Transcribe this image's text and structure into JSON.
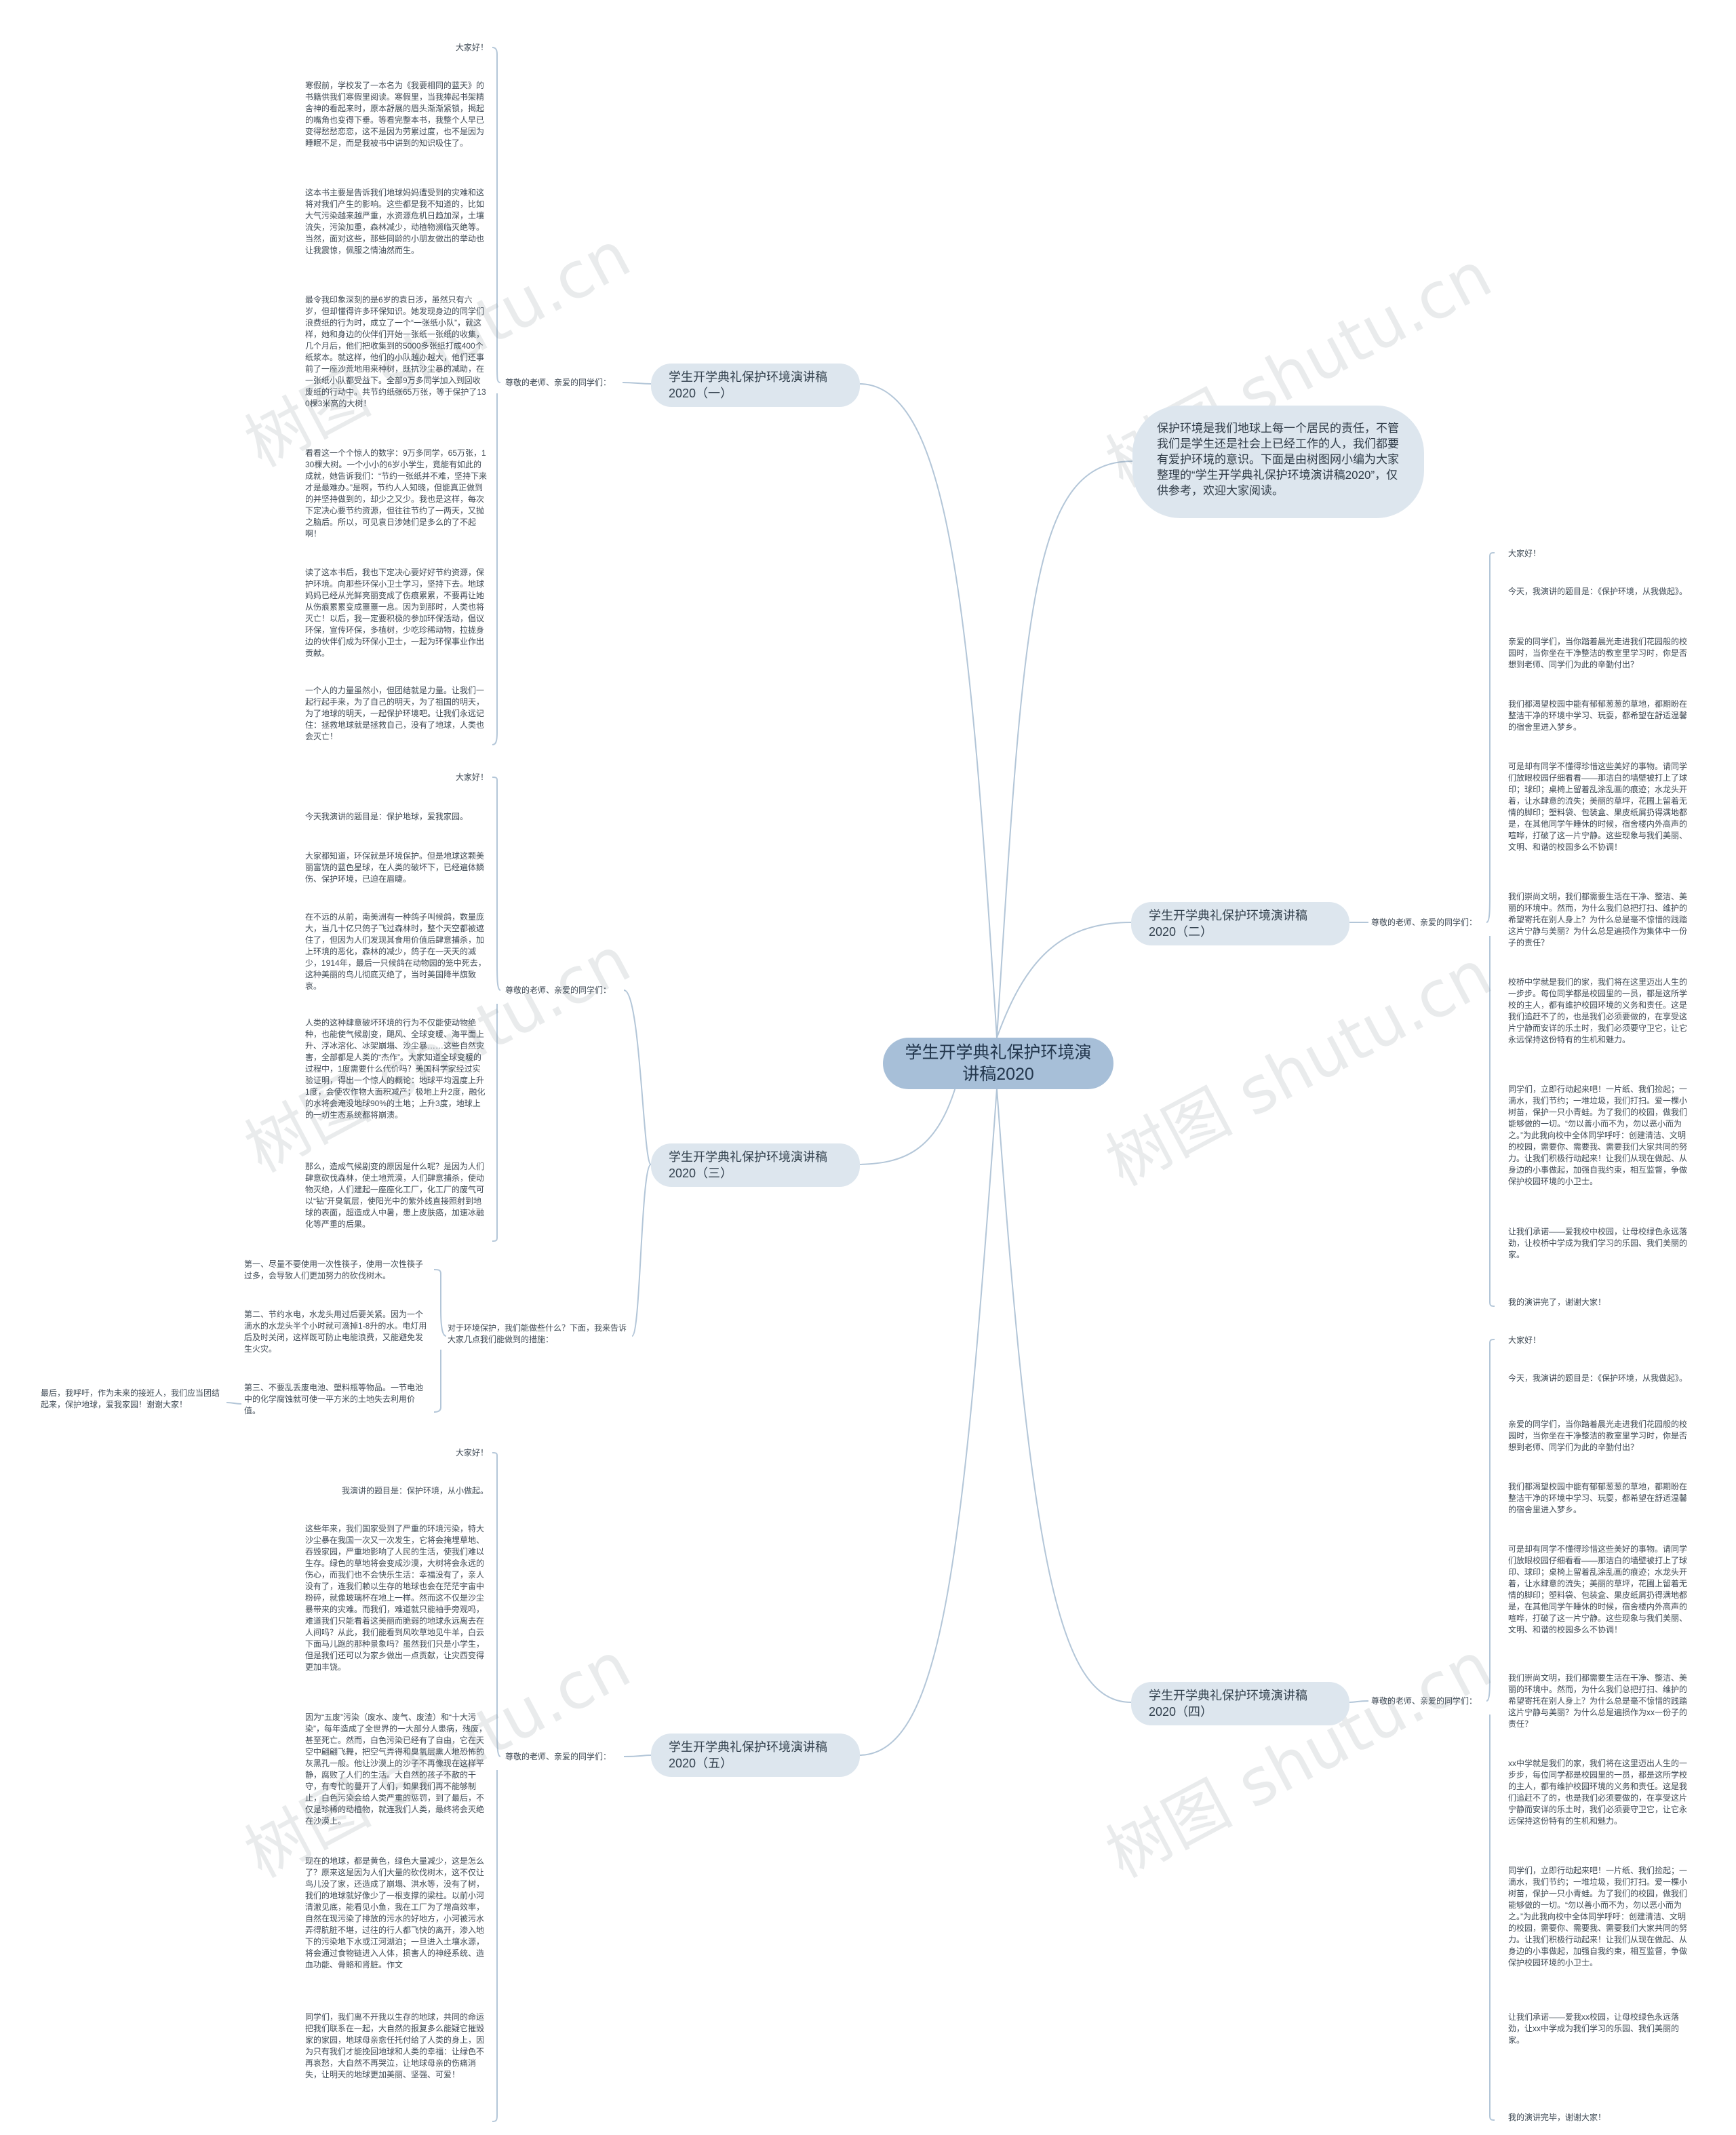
{
  "root": "学生开学典礼保护环境演讲稿2020",
  "intro": "保护环境是我们地球上每一个居民的责任，不管我们是学生还是社会上已经工作的人，我们都要有爱护环境的意识。下面是由树图网小编为大家整理的“学生开学典礼保护环境演讲稿2020”，仅供参考，欢迎大家阅读。",
  "watermark": "树图 shutu.cn",
  "branches": {
    "b1": {
      "title": "学生开学典礼保护环境演讲稿2020（一）",
      "label": "尊敬的老师、亲爱的同学们：",
      "leaves": [
        "大家好！",
        "寒假前，学校发了一本名为《我要相同的蓝天》的书籍供我们寒假里阅读。寒假里，当我捧起书架精舍神的看起来时，原本舒展的眉头渐渐紧锁，揭起的嘴角也变得下垂。等看完整本书，我整个人早已变得愁愁恋恋，这不是因为劳累过度，也不是因为睡眠不足，而是我被书中讲到的知识吸住了。",
        "这本书主要是告诉我们地球妈妈遭受到的灾难和这将对我们产生的影响。这些都是我不知道的，比如大气污染越来越严重，水资源危机日趋加深，土壤流失，污染加重，森林减少，动植物濒临灭绝等。当然，面对这些，那些同龄的小朋友做出的举动也让我震惊，佩服之情油然而生。",
        "最令我印象深刻的是6岁的袁日涉，虽然只有六岁，但却懂得许多环保知识。她发现身边的同学们浪费纸的行为时，成立了一个“一张纸小队”，就这样，她和身边的伙伴们开始一张纸一张纸的收集，几个月后，他们把收集到的5000多张纸打成400个纸浆本。就这样，他们的小队越办越大，他们还事前了一座沙荒地用来种树，既抗沙尘暴的减助，在一张纸小队都受益下。全部9万多同学加入到回收废纸的行动中。共节约纸张65万张，等于保护了130棵3米高的大树！",
        "看看这一个个惊人的数字：9万多同学，65万张，130棵大树。一个小小的6岁小学生，竟能有如此的成就，她告诉我们：“节约一张纸并不难，坚持下来才是最难办。”是啊，节约人人知晓，但能真正做到的并坚持做到的，却少之又少。我也是这样，每次下定决心要节约资源，但往往节约了一两天，又抛之脑后。所以，可见袁日涉她们是多么的了不起啊！",
        "读了这本书后，我也下定决心要好好节约资源，保护环境。向那些环保小卫士学习，坚持下去。地球妈妈已经从光鲜亮丽变成了伤痕累累，不要再让她从伤痕累累变成噩噩一息。因为到那时，人类也将灭亡！以后，我一定要积极的参加环保活动，倡议环保，宣传环保，多植树，少吃珍稀动物，拉拢身边的伙伴们成为环保小卫士，一起为环保事业作出贡献。",
        "一个人的力量虽然小，但团结就是力量。让我们一起行起手来，为了自己的明天，为了祖国的明天，为了地球的明天，一起保护环境吧。让我们永远记住：拯救地球就是拯救自己，没有了地球，人类也会灭亡！"
      ]
    },
    "b2": {
      "title": "学生开学典礼保护环境演讲稿2020（二）",
      "label": "尊敬的老师、亲爱的同学们：",
      "leaves": [
        "大家好！",
        "今天，我演讲的题目是：《保护环境，从我做起》。",
        "亲爱的同学们，当你踏着晨光走进我们花园般的校园时，当你坐在干净整洁的教室里学习时，你是否想到老师、同学们为此的辛勤付出？",
        "我们都渴望校园中能有郁郁葱葱的草地，都期盼在整洁干净的环境中学习、玩耍，都希望在舒适温馨的宿舍里进入梦乡。",
        "可是却有同学不懂得珍惜这些美好的事物。请同学们放眼校园仔细看看——那洁白的墙壁被打上了球印；球印；桌椅上留着乱涂乱画的痕迹；水龙头开着，让水肆意的流失；美丽的草坪，花圃上留着无情的脚印；塑料袋、包装盒、果皮纸屑扔得满地都是，在其他同学午睡休的时候，宿舍楼内外高声的喧哗，打破了这一片宁静。这些现象与我们美丽、文明、和谐的校园多么不协调！",
        "我们崇尚文明，我们都需要生活在干净、整洁、美丽的环境中。然而，为什么我们总把打扫、维护的希望寄托在别人身上？为什么总是毫不惊惜的践踏这片宁静与美丽？为什么总是遍损作为集体中一份子的责任？",
        "校桥中学就是我们的家，我们将在这里迈出人生的一步步。每位同学都是校园里的一员，都是这所学校的主人，都有维护校园环境的义务和责任。这是我们追赶不了的，也是我们必须要做的，在享受这片宁静而安详的乐土时，我们必须要守卫它，让它永远保持这份特有的生机和魅力。",
        "同学们，立即行动起来吧！一片纸、我们捡起；一滴水，我们节约；一堆垃圾，我们打扫。爱一棵小树苗，保护一只小青蛙。为了我们的校园，做我们能够做的一切。“勿以善小而不为，勿以恶小而为之。”为此我向校中全体同学呼吁：创建清洁、文明的校园，需要你、需要我、需要我们大家共同的努力。让我们积极行动起来！让我们从现在做起、从身边的小事做起，加强自我约束，相互监督，争做保护校园环境的小卫士。",
        "让我们承诺——爱我校中校园，让母校绿色永远落劲，让校桥中学成为我们学习的乐园、我们美丽的家。",
        "我的演讲完了，谢谢大家！"
      ]
    },
    "b3": {
      "title": "学生开学典礼保护环境演讲稿2020（三）",
      "label": "尊敬的老师、亲爱的同学们：",
      "label2": "对于环境保护，我们能做些什么？下面，我来告诉大家几点我们能做到的措施：",
      "leaves": [
        "大家好！",
        "今天我演讲的题目是：保护地球，爱我家园。",
        "大家都知道，环保就是环境保护。但是地球这颗美丽富饶的蓝色星球，在人类的破坏下，已经遍体鳞伤、保护环境，已迫在眉睫。",
        "在不远的从前，南美洲有一种鸽子叫候鸽，数量庞大，当几十亿只鸽子飞过森林时，整个天空都被遮住了，但因为人们发现其食用价值后肆意捕杀，加上环境的恶化，森林的减少，鸽子在一天天的减少，1914年，最后一只候鸽在动物园的笼中死去，这种美丽的鸟儿彻底灭绝了，当时美国降半旗致哀。",
        "人类的这种肆意破坏环境的行为不仅能使动物绝种，也能使气候剧变，飓风、全球变暖、海平面上升、浮冰溶化、冰架崩塌、沙尘暴……这些自然灾害，全部都是人类的“杰作”。大家知道全球变暖的过程中，1度需要什么代价吗？美国科学家经过实验证明，得出一个惊人的概论：地球平均温度上升1度，会使农作物大面积减产；极地上升2度，融化的水将会淹没地球90%的土地；上升3度，地球上的一切生态系统都将崩溃。",
        "那么，造成气候剧变的原因是什么呢？是因为人们肆意砍伐森林，使土地荒漠，人们肆意捕杀，使动物灭绝，人们建起一座座化工厂，化工厂的废气可以“钻”开臭氧层，使阳光中的紫外线直接照射到地球的表面，超造成人中暑，患上皮肤癌，加速冰融化等严重的后果。"
      ],
      "sub_leaves": [
        "第一、尽量不要使用一次性筷子，使用一次性筷子过多，会导致人们更加努力的砍伐树木。",
        "第二、节约水电，水龙头用过后要关紧。因为一个滴水的水龙头半个小时就可滴掉1-8升的水。电灯用后及时关闭，这样既可防止电能浪费，又能避免发生火灾。",
        "第三、不要乱丢废电池、塑料瓶等物品。一节电池中的化学腐蚀就可使一平方米的土地失去利用价值。"
      ],
      "sub_sub_leaf": "最后，我呼吁，作为未来的接班人，我们应当团结起来，保护地球，爱我家园！谢谢大家！"
    },
    "b4": {
      "title": "学生开学典礼保护环境演讲稿2020（四）",
      "label": "尊敬的老师、亲爱的同学们：",
      "leaves": [
        "大家好！",
        "今天，我演讲的题目是：《保护环境，从我做起》。",
        "亲爱的同学们，当你踏着晨光走进我们花园般的校园时，当你坐在干净整洁的教室里学习时，你是否想到老师、同学们为此的辛勤付出？",
        "我们都渴望校园中能有郁郁葱葱的草地，都期盼在整洁干净的环境中学习、玩耍，都希望在舒适温馨的宿舍里进入梦乡。",
        "可是却有同学不懂得珍惜这些美好的事物。请同学们放眼校园仔细看看——那洁白的墙壁被打上了球印、球印；桌椅上留着乱涂乱画的痕迹；水龙头开着，让水肆意的流失；美丽的草坪，花圃上留着无情的脚印；塑料袋、包装盒、果皮纸屑扔得满地都是，在其他同学午睡休的时候，宿舍楼内外高声的喧哗，打破了这一片宁静。这些现象与我们美丽、文明、和谐的校园多么不协调！",
        "我们崇尚文明，我们都需要生活在干净、整洁、美丽的环境中。然而，为什么我们总把打扫、维护的希望寄托在别人身上？为什么总是毫不惊惜的践踏这片宁静与美丽？为什么总是遍损作为xx一份子的责任？",
        "xx中学就是我们的家，我们将在这里迈出人生的一步步，每位同学都是校园里的一员，都是这所学校的主人，都有维护校园环境的义务和责任。这是我们追赶不了的，也是我们必须要做的，在享受这片宁静而安详的乐土时，我们必须要守卫它，让它永远保持这份特有的生机和魅力。",
        "同学们，立即行动起来吧！一片纸、我们捡起；一滴水，我们节约；一堆垃圾，我们打扫。爱一棵小树苗，保护一只小青蛙。为了我们的校园，做我们能够做的一切。“勿以善小而不为，勿以恶小而为之。”为此我向校中全体同学呼吁：创建清洁、文明的校园，需要你、需要我、需要我们大家共同的努力。让我们积极行动起来！让我们从现在做起、从身边的小事做起，加强自我约束，相互监督，争做保护校园环境的小卫士。",
        "让我们承诺——爱我xx校园，让母校绿色永远落劲，让xx中学成为我们学习的乐园、我们美丽的家。",
        "我的演讲完毕，谢谢大家！"
      ]
    },
    "b5": {
      "title": "学生开学典礼保护环境演讲稿2020（五）",
      "label": "尊敬的老师、亲爱的同学们：",
      "leaves": [
        "大家好！",
        "我演讲的题目是：保护环境，从小做起。",
        "这些年来，我们国家受到了严重的环境污染，特大沙尘暴在我国一次又一次发生，它将会掩埋草地、吞毁家园，严重地影响了人民的生活，使我们难以生存。绿色的草地将会变成沙漠，大树将会永远的伤心，而我们也不会快乐生活：幸福没有了，亲人没有了，连我们赖以生存的地球也会在茫茫宇宙中粉碎，就像玻璃杯在地上一样。然而这不仅是沙尘暴带来的灾难。而我们，难道就只能袖手旁观吗，难道我们只能看着这美丽而脆弱的地球永远离去在人间吗？从此，我们能看到风吹草地见牛羊，白云下面马儿跑的那种景象吗？虽然我们只是小学生，但是我们还可以为家乡做出一点贡献，让灾西变得更加丰饶。",
        "因为“五废”污染（废水、废气、废渣）和“十大污染”，每年造成了全世界的一大部分人患病，残废，甚至死亡。然而，白色污染已经有了自由，它在天空中翩翩飞舞，把空气弄得和臭氧层熏人地恐怖的灰黑孔一般。他让沙漠上的沙子不再像现在这样平静，腐败了人们的生活。大自然的孩子不散的干守，有专忙的蔓开了人们，如果我们再不能够制止，白色污染会给人类严重的惩罚，到了最后，不仅是珍稀的动植物，就连我们人类，最终将会灭绝在沙漠上。",
        "现在的地球，都是黄色，绿色大量减少，这是怎么了？原来这是因为人们大量的砍伐树木，这不仅让鸟儿没了家，还造成了崩塌、洪水等，没有了树，我们的地球就好像少了一根支撑的梁柱。以前小河清澈见底，能看见小鱼，我在工厂为了增高效率，自然在现污染了排放的污水的好地方，小河被污水弄得肮脏不堪，过往的行人都飞快的离开，渗入地下的污染地下水或江河湖泊；一旦进入土壤水源，将会通过食物链进入人体，损害人的神经系统、造血功能、骨骼和肾脏。作文",
        "同学们，我们离不开我以生存的地球，共同的命运把我们联系在一起，大自然的报复多么能疑它摧毁家的家园，地球母亲愈任托付给了人类的身上，因为只有我们才能挽回地球和人类的幸福：让绿色不再哀愁，大自然不再哭泣，让地球母亲的伤痛消失，让明天的地球更加美丽、坚强、可爱！"
      ]
    }
  }
}
